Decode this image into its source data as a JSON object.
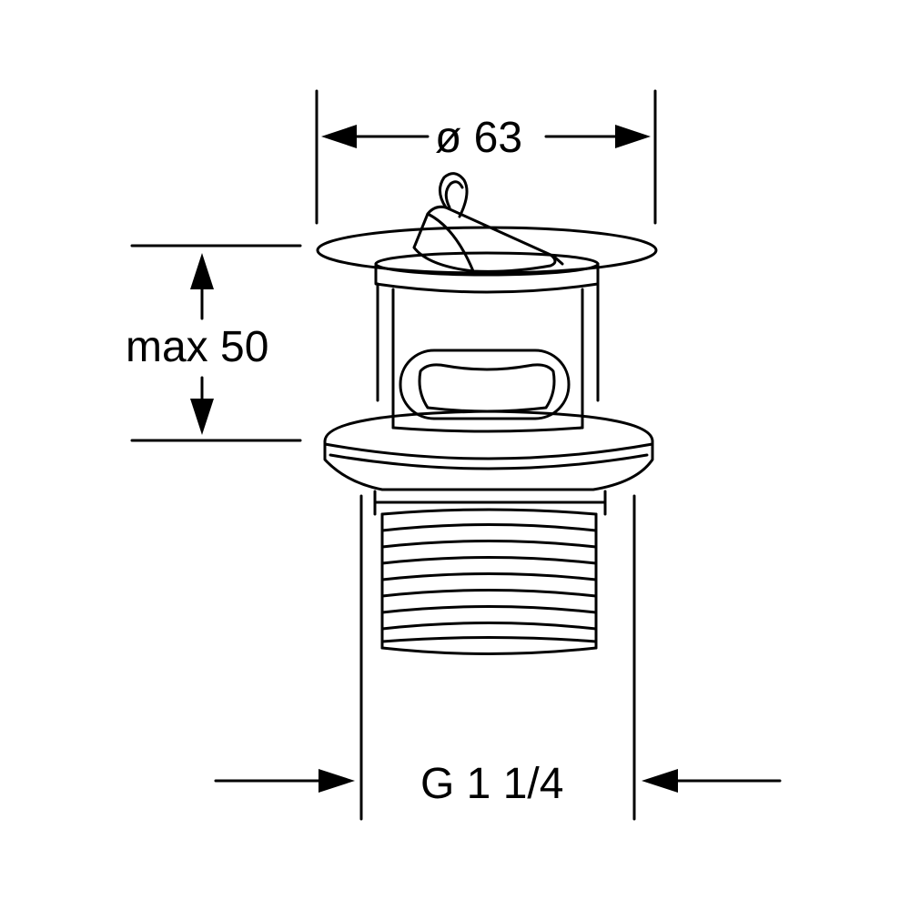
{
  "drawing": {
    "subject": "pop-up waste drain fitting",
    "dimensions": {
      "diameter": "ø 63",
      "height": "max 50",
      "thread": "G 1 1/4"
    },
    "colors": {
      "line": "#000000",
      "background": "#ffffff"
    }
  }
}
